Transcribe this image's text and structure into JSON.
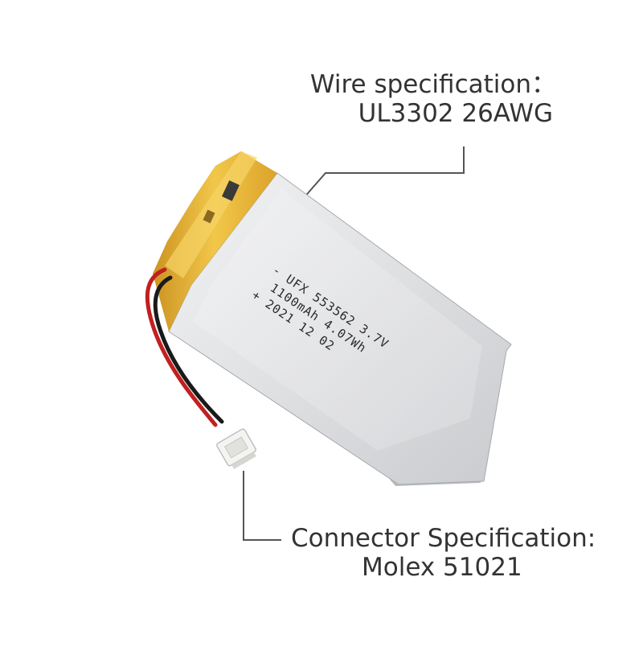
{
  "callouts": {
    "wire": {
      "title": "Wire specification：",
      "value": "UL3302  26AWG"
    },
    "connector": {
      "title": "Connector Specification:",
      "value": "Molex 51021"
    }
  },
  "battery": {
    "print_line1": "- UFX 553562 3.7V",
    "print_line2": "1100mAh 4.07Wh",
    "print_line3": "+ 2021 12 02"
  },
  "colors": {
    "label_text": "#333333",
    "leader_line": "#555555",
    "battery_body": "#e2e3e5",
    "battery_tab": "#e8b52a",
    "wire_red": "#c21f1f",
    "wire_black": "#1a1a1a",
    "connector": "#f4f4f2"
  }
}
